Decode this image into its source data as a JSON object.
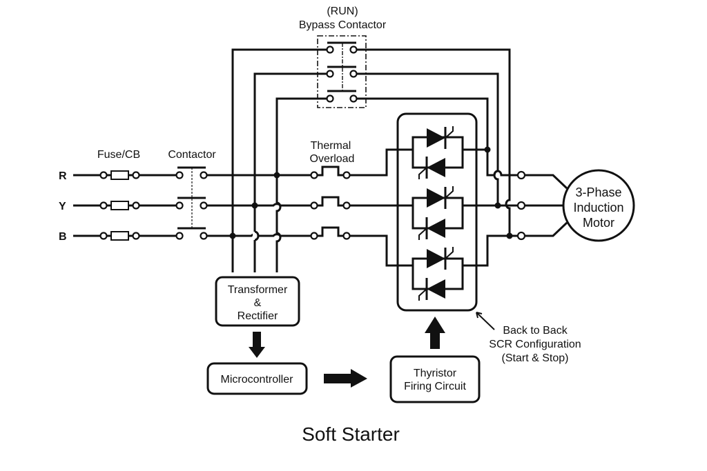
{
  "diagram": {
    "title": "Soft Starter",
    "phases": [
      "R",
      "Y",
      "B"
    ],
    "labels": {
      "bypass_line1": "(RUN)",
      "bypass_line2": "Bypass Contactor",
      "fuse": "Fuse/CB",
      "contactor": "Contactor",
      "thermal_line1": "Thermal",
      "thermal_line2": "Overload",
      "motor_line1": "3-Phase",
      "motor_line2": "Induction",
      "motor_line3": "Motor",
      "transformer_line1": "Transformer",
      "transformer_line2": "&",
      "transformer_line3": "Rectifier",
      "microcontroller": "Microcontroller",
      "firing_line1": "Thyristor",
      "firing_line2": "Firing Circuit",
      "scr_note_line1": "Back to Back",
      "scr_note_line2": "SCR Configuration",
      "scr_note_line3": "(Start & Stop)"
    },
    "icons": {
      "fuse": "fuse-icon",
      "contactor": "contactor-switch-icon",
      "thermal": "thermal-overload-icon",
      "scr": "scr-thyristor-icon",
      "motor": "motor-icon",
      "arrow": "arrow-icon"
    }
  }
}
